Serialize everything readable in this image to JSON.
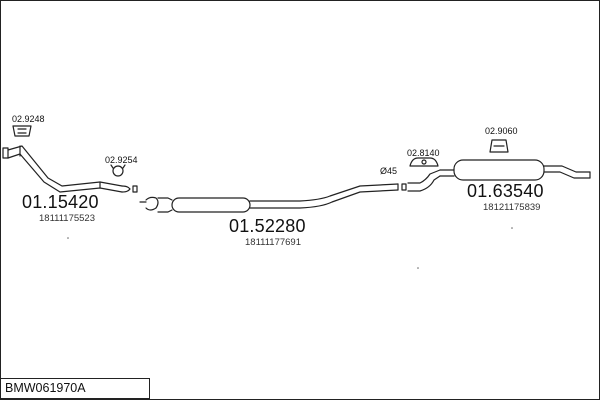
{
  "diagram_code": "BMW061970A",
  "stroke_color": "#222222",
  "parts": [
    {
      "number": "01.15420",
      "ref": "18111175523"
    },
    {
      "number": "01.52280",
      "ref": "18111177691"
    },
    {
      "number": "01.63540",
      "ref": "18121175839"
    }
  ],
  "accessories": [
    {
      "code": "02.9248"
    },
    {
      "code": "02.9254"
    },
    {
      "code": "02.8140"
    },
    {
      "code": "02.9060"
    },
    {
      "code": "Ø45"
    }
  ]
}
